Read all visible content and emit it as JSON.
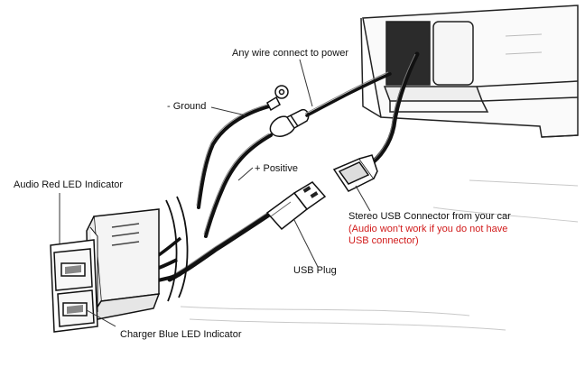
{
  "labels": {
    "power": "Any wire connect to power",
    "ground": "- Ground",
    "positive": "+ Positive",
    "audio_led": "Audio Red LED Indicator",
    "stereo_usb": "Stereo USB Connector from your car",
    "usb_plug": "USB Plug",
    "charger_led": "Charger Blue LED Indicator"
  },
  "note": {
    "line1": "(Audio won't work if you do not have",
    "line2": "USB connector)"
  },
  "colors": {
    "label_text": "#111111",
    "note_text": "#d11a1a",
    "line_art": "#222222"
  }
}
